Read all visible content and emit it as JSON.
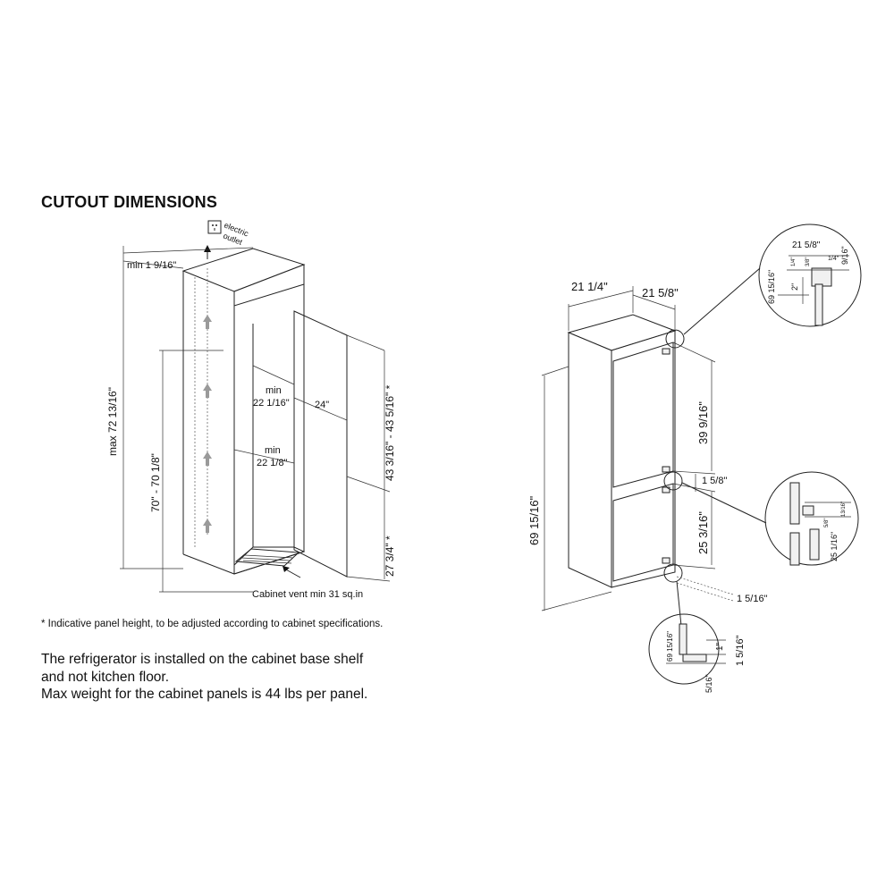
{
  "title": "CUTOUT DIMENSIONS",
  "footnote": "* Indicative panel height, to be adjusted according to cabinet specifications.",
  "notes": [
    "The refrigerator is installed on the cabinet base shelf",
    "and not kitchen floor.",
    "Max weight for the cabinet panels is 44 lbs per panel."
  ],
  "cabinet": {
    "electric_outlet_line1": "electric",
    "electric_outlet_line2": "outlet",
    "min_top": "min 1 9/16\"",
    "max_height": "max 72 13/16\"",
    "height_range": "70\" - 70 1/8\"",
    "min_label_1": "min",
    "width_upper": "22 1/16\"",
    "depth": "24\"",
    "min_label_2": "min",
    "width_lower": "22 1/8\"",
    "upper_panel": "43 3/16\" - 43 5/16\" *",
    "lower_panel": "27 3/4\" *",
    "vent": "Cabinet vent min 31 sq.in"
  },
  "fridge": {
    "width": "21 1/4\"",
    "depth": "21 5/8\"",
    "height": "69 15/16\"",
    "upper_door": "39 9/16\"",
    "gap": "1 5/8\"",
    "lower_door": "25 3/16\"",
    "bottom_offset": "1 5/16\""
  },
  "detail_top": {
    "depth": "21 5/8\"",
    "quarter_a": "1/4\"",
    "three_eighths": "3/8\"",
    "quarter_b": "1/4\"",
    "nine_sixteenths": "9/16\"",
    "two": "2\"",
    "height": "69 15/16\""
  },
  "detail_mid": {
    "thirteen_sixteenths": "13/16\"",
    "five_eighths": "5/8\"",
    "height": "25 1/16\""
  },
  "detail_bottom": {
    "height": "69 15/16\"",
    "one": "1\"",
    "one_five_sixteenths": "1 5/16\"",
    "five_sixteenths": "5/16\""
  }
}
